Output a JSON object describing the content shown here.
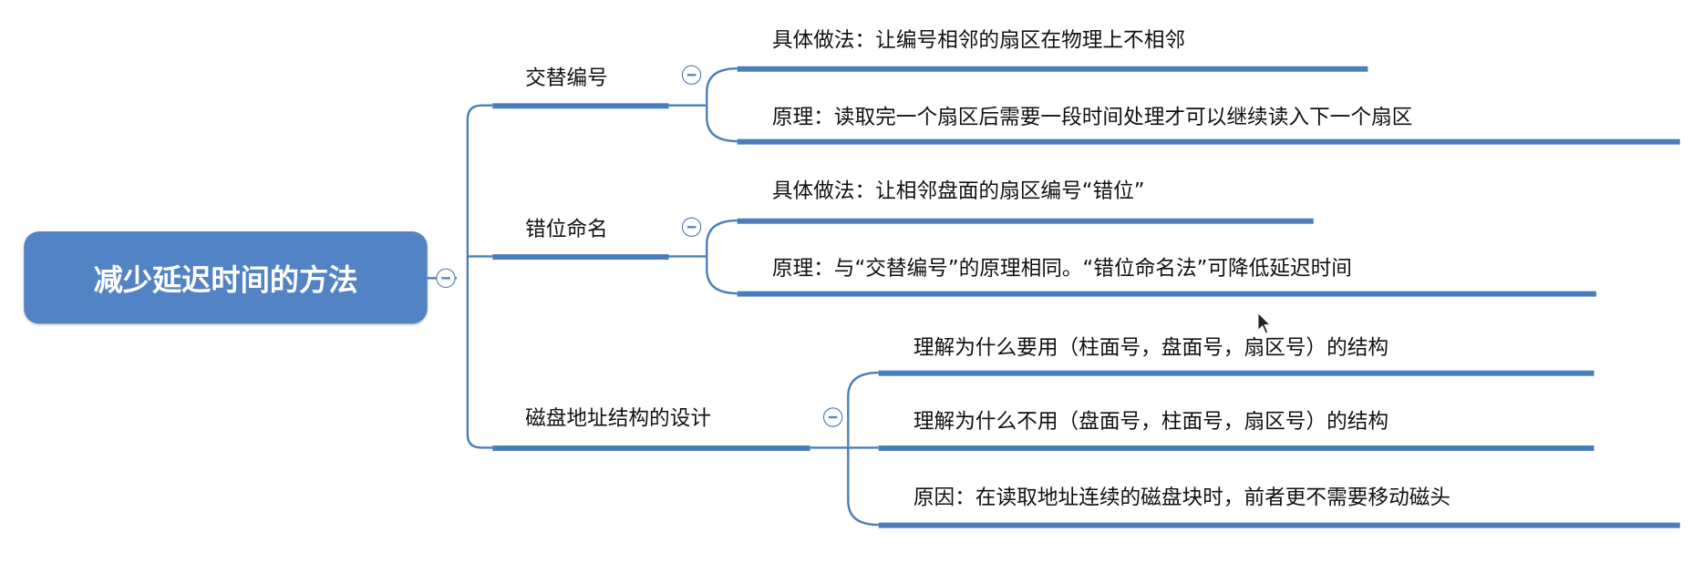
{
  "root": {
    "label": "减少延迟时间的方法"
  },
  "branches": [
    {
      "label": "交替编号",
      "children": [
        "具体做法：让编号相邻的扇区在物理上不相邻",
        "原理：读取完一个扇区后需要一段时间处理才可以继续读入下一个扇区"
      ]
    },
    {
      "label": "错位命名",
      "children": [
        "具体做法：让相邻盘面的扇区编号“错位”",
        "原理：与“交替编号”的原理相同。“错位命名法”可降低延迟时间"
      ]
    },
    {
      "label": "磁盘地址结构的设计",
      "children": [
        "理解为什么要用（柱面号，盘面号，扇区号）的结构",
        "理解为什么不用（盘面号，柱面号，扇区号）的结构",
        "原因：在读取地址连续的磁盘块时，前者更不需要移动磁头"
      ]
    }
  ],
  "colors": {
    "accent": "#5283c4",
    "line": "#4a7ebb"
  }
}
